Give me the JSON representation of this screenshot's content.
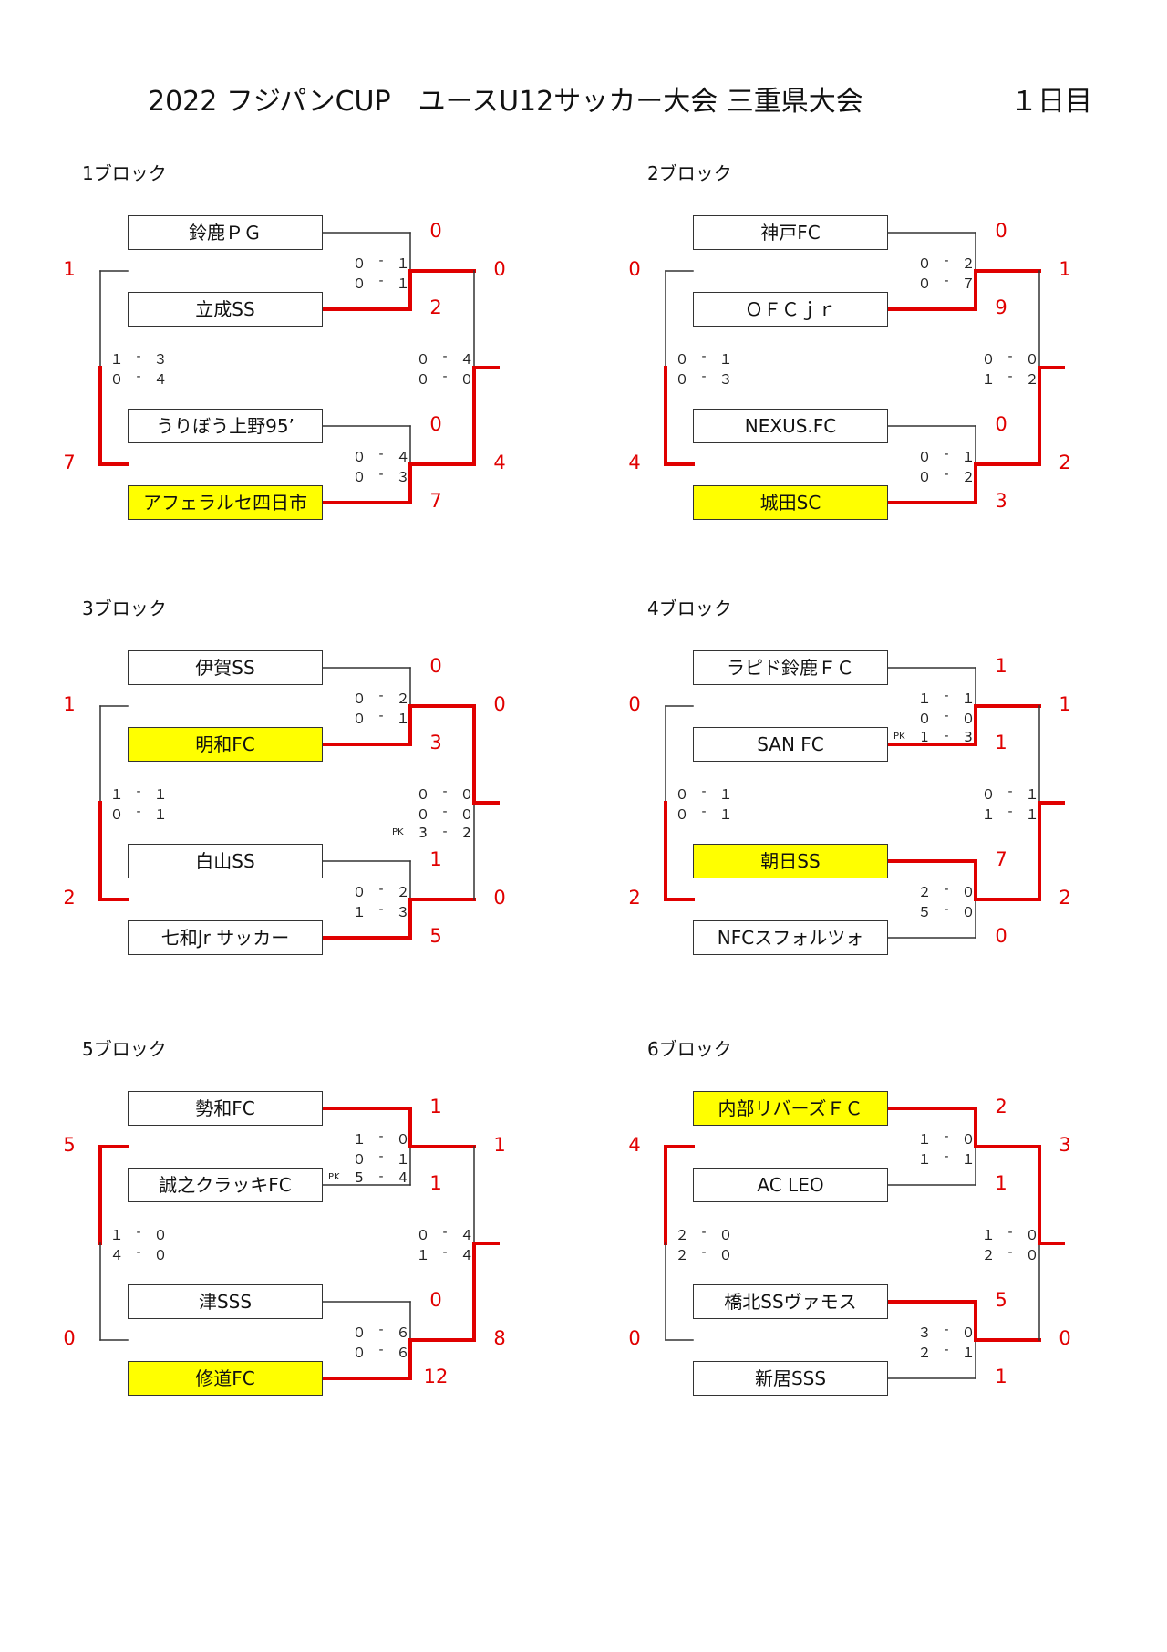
{
  "header": {
    "title": "2022 フジパンCUP　ユースU12サッカー大会 三重県大会",
    "day": "１日目"
  },
  "colors": {
    "win_line": "#e00000",
    "win_fill": "#ffff00",
    "line": "#333333"
  },
  "blocks": [
    {
      "label": "1ブロック",
      "teams": [
        "鈴鹿ＰＧ",
        "立成SS",
        "うりぼう上野95’",
        "アフェラルセ四日市"
      ],
      "champion_index": 3,
      "semi1": {
        "score_top": "0",
        "score_bot": "2",
        "winner": "bottom",
        "periods": [
          [
            "０",
            "１"
          ],
          [
            "０",
            "１"
          ]
        ]
      },
      "semi2": {
        "score_top": "0",
        "score_bot": "7",
        "winner": "bottom",
        "periods": [
          [
            "０",
            "４"
          ],
          [
            "０",
            "３"
          ]
        ]
      },
      "final": {
        "score_top": "0",
        "score_bot": "4",
        "winner": "bottom",
        "periods": [
          [
            "０",
            "４"
          ],
          [
            "０",
            "０"
          ]
        ]
      },
      "third": {
        "score_top": "1",
        "score_bot": "7",
        "winner": "bottom",
        "periods": [
          [
            "１",
            "３"
          ],
          [
            "０",
            "４"
          ]
        ]
      }
    },
    {
      "label": "2ブロック",
      "teams": [
        "神戸FC",
        "ＯＦＣｊｒ",
        "NEXUS.FC",
        "城田SC"
      ],
      "champion_index": 3,
      "semi1": {
        "score_top": "0",
        "score_bot": "9",
        "winner": "bottom",
        "periods": [
          [
            "０",
            "２"
          ],
          [
            "０",
            "７"
          ]
        ]
      },
      "semi2": {
        "score_top": "0",
        "score_bot": "3",
        "winner": "bottom",
        "periods": [
          [
            "０",
            "１"
          ],
          [
            "０",
            "２"
          ]
        ]
      },
      "final": {
        "score_top": "1",
        "score_bot": "2",
        "winner": "bottom",
        "periods": [
          [
            "０",
            "０"
          ],
          [
            "１",
            "２"
          ]
        ]
      },
      "third": {
        "score_top": "0",
        "score_bot": "4",
        "winner": "bottom",
        "periods": [
          [
            "０",
            "１"
          ],
          [
            "０",
            "３"
          ]
        ]
      }
    },
    {
      "label": "3ブロック",
      "teams": [
        "伊賀SS",
        "明和FC",
        "白山SS",
        "七和Jr サッカー"
      ],
      "champion_index": 1,
      "semi1": {
        "score_top": "0",
        "score_bot": "3",
        "winner": "bottom",
        "periods": [
          [
            "０",
            "２"
          ],
          [
            "０",
            "１"
          ]
        ]
      },
      "semi2": {
        "score_top": "1",
        "score_bot": "5",
        "winner": "bottom",
        "periods": [
          [
            "０",
            "２"
          ],
          [
            "１",
            "３"
          ]
        ]
      },
      "final": {
        "score_top": "0",
        "score_bot": "0",
        "winner": "top",
        "periods": [
          [
            "０",
            "０"
          ],
          [
            "０",
            "０"
          ]
        ],
        "pk": [
          "3",
          "2"
        ]
      },
      "third": {
        "score_top": "1",
        "score_bot": "2",
        "winner": "bottom",
        "periods": [
          [
            "１",
            "１"
          ],
          [
            "０",
            "１"
          ]
        ]
      }
    },
    {
      "label": "4ブロック",
      "teams": [
        "ラピド鈴鹿ＦＣ",
        "SAN FC",
        "朝日SS",
        "NFCスフォルツォ"
      ],
      "champion_index": 2,
      "semi1": {
        "score_top": "1",
        "score_bot": "1",
        "winner": "bottom",
        "periods": [
          [
            "１",
            "１"
          ],
          [
            "０",
            "０"
          ]
        ],
        "pk": [
          "1",
          "3"
        ]
      },
      "semi2": {
        "score_top": "7",
        "score_bot": "0",
        "winner": "top",
        "periods": [
          [
            "２",
            "０"
          ],
          [
            "５",
            "０"
          ]
        ]
      },
      "final": {
        "score_top": "1",
        "score_bot": "2",
        "winner": "bottom",
        "periods": [
          [
            "０",
            "１"
          ],
          [
            "１",
            "１"
          ]
        ]
      },
      "third": {
        "score_top": "0",
        "score_bot": "2",
        "winner": "bottom",
        "periods": [
          [
            "０",
            "１"
          ],
          [
            "０",
            "１"
          ]
        ]
      }
    },
    {
      "label": "5ブロック",
      "teams": [
        "勢和FC",
        "誠之クラッキFC",
        "津SSS",
        "修道FC"
      ],
      "champion_index": 3,
      "semi1": {
        "score_top": "1",
        "score_bot": "1",
        "winner": "top",
        "periods": [
          [
            "１",
            "０"
          ],
          [
            "０",
            "１"
          ]
        ],
        "pk": [
          "5",
          "4"
        ]
      },
      "semi2": {
        "score_top": "0",
        "score_bot": "12",
        "winner": "bottom",
        "periods": [
          [
            "０",
            "６"
          ],
          [
            "０",
            "６"
          ]
        ]
      },
      "final": {
        "score_top": "1",
        "score_bot": "8",
        "winner": "bottom",
        "periods": [
          [
            "０",
            "４"
          ],
          [
            "１",
            "４"
          ]
        ]
      },
      "third": {
        "score_top": "5",
        "score_bot": "0",
        "winner": "top",
        "periods": [
          [
            "１",
            "０"
          ],
          [
            "４",
            "０"
          ]
        ]
      }
    },
    {
      "label": "6ブロック",
      "teams": [
        "内部リバーズＦＣ",
        "AC LEO",
        "橋北SSヴァモス",
        "新居SSS"
      ],
      "champion_index": 0,
      "semi1": {
        "score_top": "2",
        "score_bot": "1",
        "winner": "top",
        "periods": [
          [
            "１",
            "０"
          ],
          [
            "１",
            "１"
          ]
        ]
      },
      "semi2": {
        "score_top": "5",
        "score_bot": "1",
        "winner": "top",
        "periods": [
          [
            "３",
            "０"
          ],
          [
            "２",
            "１"
          ]
        ]
      },
      "final": {
        "score_top": "3",
        "score_bot": "0",
        "winner": "top",
        "periods": [
          [
            "１",
            "０"
          ],
          [
            "２",
            "０"
          ]
        ]
      },
      "third": {
        "score_top": "4",
        "score_bot": "0",
        "winner": "top",
        "periods": [
          [
            "２",
            "０"
          ],
          [
            "２",
            "０"
          ]
        ]
      }
    }
  ]
}
